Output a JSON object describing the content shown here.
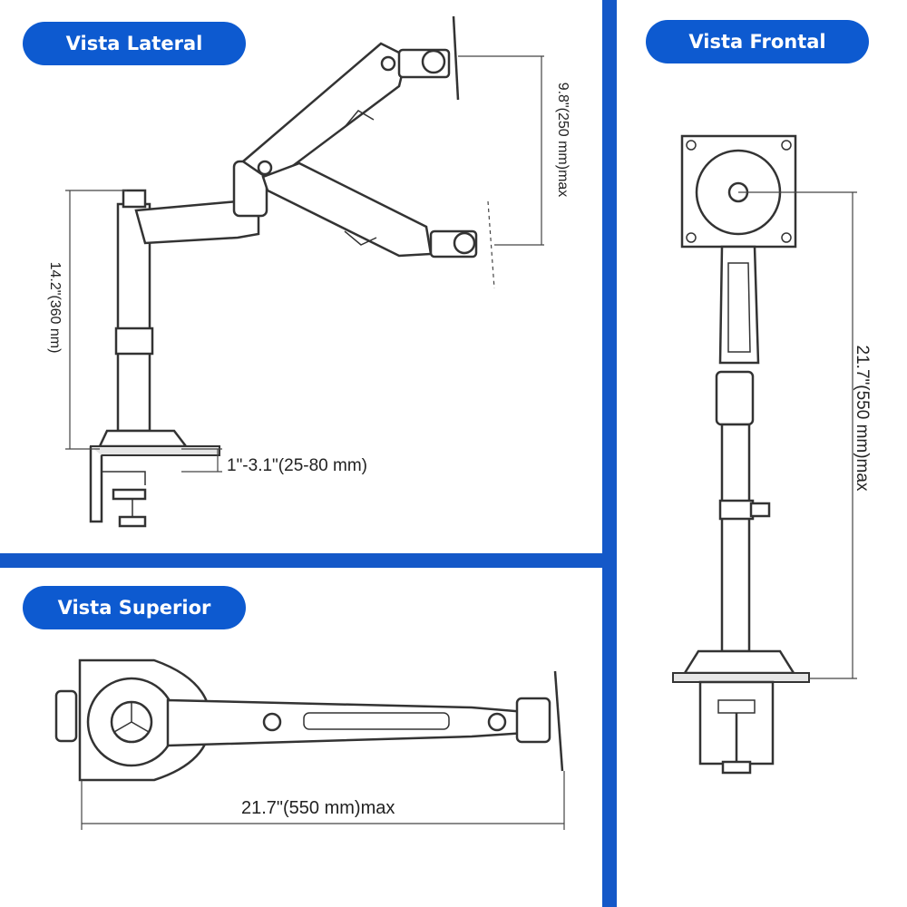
{
  "panels": {
    "side": {
      "label": "Vista Lateral",
      "dim_height": "14.2\"(360 nm)",
      "dim_tilt": "9.8\"(250 mm)max",
      "dim_clamp": "1\"-3.1\"(25-80 mm)"
    },
    "front": {
      "label": "Vista Frontal",
      "dim_height": "21.7\"(550 mm)max"
    },
    "top": {
      "label": "Vista Superior",
      "dim_width": "21.7\"(550 mm)max"
    }
  },
  "colors": {
    "accent": "#0d5ad0",
    "divider": "#1458c8"
  }
}
